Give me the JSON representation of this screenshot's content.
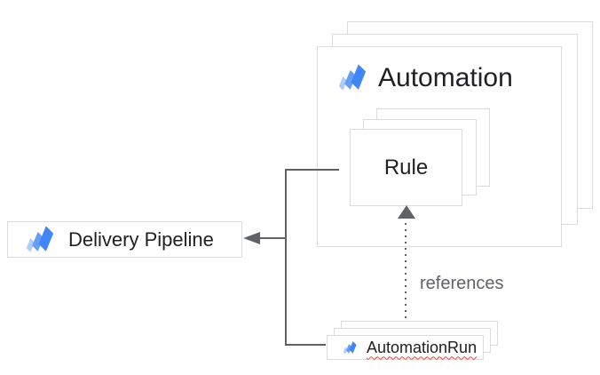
{
  "diagram": {
    "type": "architecture-diagram",
    "background": "#ffffff",
    "nodes": {
      "automation": {
        "label": "Automation",
        "stack_layers": 3,
        "icon": "deploy-icon"
      },
      "rule": {
        "label": "Rule",
        "stack_layers": 3
      },
      "delivery_pipeline": {
        "label": "Delivery Pipeline",
        "stack_layers": 1,
        "icon": "deploy-icon"
      },
      "automation_run": {
        "label": "AutomationRun",
        "stack_layers": 3,
        "icon": "deploy-icon",
        "spellcheck_squiggle": true
      }
    },
    "edges": {
      "to_delivery_pipeline": {
        "style": "solid",
        "arrowhead": "filled-left",
        "connects": "Rule and AutomationRun to Delivery Pipeline"
      },
      "references": {
        "style": "dotted",
        "arrowhead": "filled-up",
        "label": "references",
        "connects": "AutomationRun to Rule"
      }
    },
    "colors": {
      "box_border": "#dadce0",
      "connector": "#616161",
      "arrowhead": "#5f6368",
      "label_text": "#202124",
      "edge_label_text": "#5f6368",
      "spellcheck": "#ea4335",
      "icon_blue_dark": "#4285f4",
      "icon_blue_mid": "#669df6",
      "icon_blue_light": "#aecbfa"
    }
  }
}
